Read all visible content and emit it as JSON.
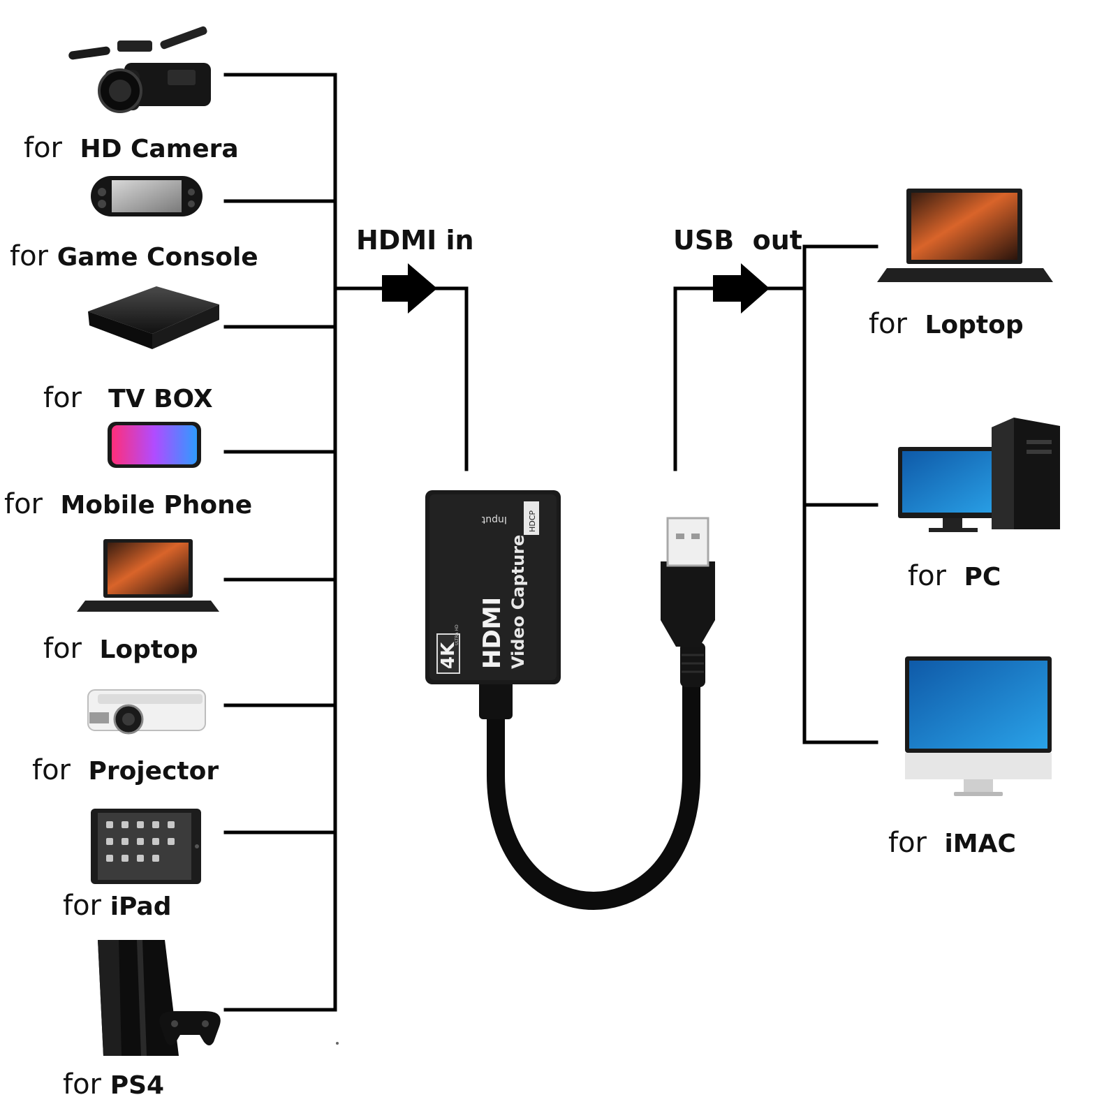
{
  "diagram": {
    "input_signal_label": "HDMI in",
    "output_signal_label": "USB  out",
    "sources": [
      {
        "prefix": "for",
        "name": "HD Camera",
        "icon": "video-camera-icon"
      },
      {
        "prefix": "for",
        "name": "Game Console",
        "icon": "handheld-console-icon"
      },
      {
        "prefix": "for",
        "name": "TV BOX",
        "icon": "tv-box-icon"
      },
      {
        "prefix": "for",
        "name": "Mobile Phone",
        "icon": "smartphone-icon"
      },
      {
        "prefix": "for",
        "name": "Loptop",
        "icon": "laptop-icon"
      },
      {
        "prefix": "for",
        "name": "Projector",
        "icon": "projector-icon"
      },
      {
        "prefix": "for",
        "name": "iPad",
        "icon": "tablet-icon"
      },
      {
        "prefix": "for",
        "name": "PS4",
        "icon": "game-console-icon"
      }
    ],
    "targets": [
      {
        "prefix": "for",
        "name": "Loptop",
        "icon": "laptop-icon"
      },
      {
        "prefix": "for",
        "name": "PC",
        "icon": "desktop-pc-icon"
      },
      {
        "prefix": "for",
        "name": "iMAC",
        "icon": "imac-icon"
      }
    ],
    "device": {
      "icon": "hdmi-capture-card-icon",
      "logo": "HDMI",
      "title": "Video Capture",
      "port_label": "Input",
      "badge": "4K",
      "badge_sub": "ULTRA HD",
      "hdcp": "HDCP"
    },
    "colors": {
      "line": "#000000",
      "device": "#1a1a1a",
      "text": "#111111"
    }
  }
}
